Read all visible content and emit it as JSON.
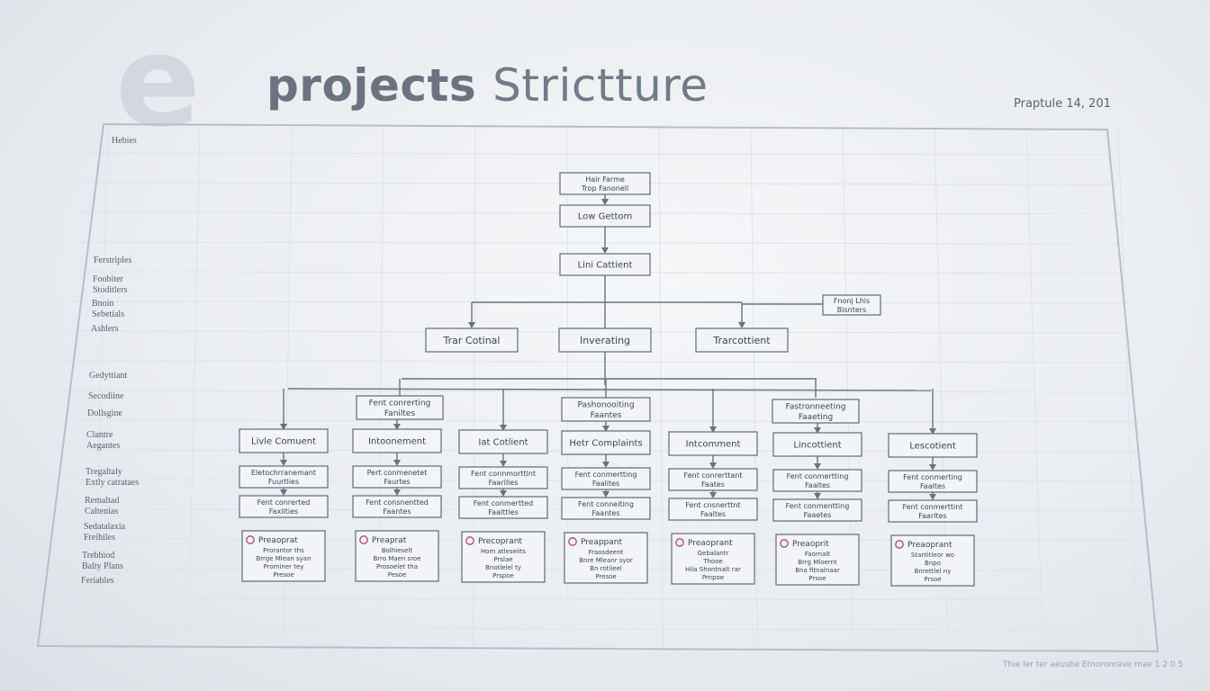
{
  "header": {
    "logo": "e",
    "title_part1": "projects",
    "title_part2": "Strictture",
    "meta": "Praptule 14, 201"
  },
  "frame_label": "Hebies",
  "side_labels": [
    [
      "Ferstriples"
    ],
    [
      "Foobiter",
      "Stoditlers"
    ],
    [
      "Bnoin",
      "Sebetials"
    ],
    [
      "Ashlers"
    ],
    [
      "Gedyttiant"
    ],
    [
      "Secodiine"
    ],
    [
      "Dollsgine"
    ],
    [
      "Clantre",
      "Aegantes"
    ],
    [
      "Tregaltaly",
      "Extly catrataes"
    ],
    [
      "Remaltad",
      "Caltenias"
    ],
    [
      "Sedatalaxia",
      "Freihiles"
    ],
    [
      "Trebhiod",
      "Balty Plans"
    ],
    [
      "Feriables"
    ]
  ],
  "top_nodes": [
    [
      "Hair Farme",
      "Trop Fanonell"
    ],
    [
      "Low Gettom"
    ],
    [
      "Lini Cattient"
    ]
  ],
  "side_note": [
    "Fnonj Lhis",
    "Bisnters"
  ],
  "level2": [
    "Trar Cotinal",
    "Inverating",
    "Trarcottient"
  ],
  "level3_sub": [
    [
      "Fent conrerting",
      "Faniltes"
    ],
    [
      "Pashonooiting",
      "Faantes"
    ],
    [
      "Fastronneeting",
      "Faaeting"
    ]
  ],
  "columns": [
    {
      "head": "Livle Comuent",
      "r1": [
        "Eletochrranemant",
        "Fuurtlies"
      ],
      "r2": [
        "Fent conrerted",
        "Faxlities"
      ],
      "pr": "Preaoprat",
      "lines": [
        "Prorantor ths",
        "Brrge Mlean syan",
        "Prominer tey",
        "Presoe"
      ]
    },
    {
      "head": "Intoonement",
      "r1": [
        "Pert conmenetet",
        "Faurtes"
      ],
      "r2": [
        "Fent consnentted",
        "Faantes"
      ],
      "pr": "Preaprat",
      "lines": [
        "Bolhieselt",
        "Brro Maen sroe",
        "Prosoelet tha",
        "Pesoe"
      ]
    },
    {
      "head": "Iat Cotlient",
      "r1": [
        "Fent connmorttint",
        "Faarilles"
      ],
      "r2": [
        "Fent conmertted",
        "Faalttles"
      ],
      "pr": "Precoprant",
      "lines": [
        "Hom atleseiits",
        "Prslae",
        "Bnotlelel ty",
        "Prspoe"
      ]
    },
    {
      "head": "Hetr Complaints",
      "r1": [
        "Fent conmertting",
        "Faalites"
      ],
      "r2": [
        "Fent conneiting",
        "Faantes"
      ],
      "pr": "Preappant",
      "lines": [
        "Fraosdeent",
        "Bnre Mleanr syor",
        "Bn rotiieel",
        "Presoe"
      ]
    },
    {
      "head": "Intcomment",
      "r1": [
        "Fent conrerttant",
        "Faates"
      ],
      "r2": [
        "Fent cnsnerttnt",
        "Faaltes"
      ],
      "pr": "Preaoprant",
      "lines": [
        "Gebalantr",
        "Thooe",
        "Hila Shontnalt rar",
        "Prnpoe"
      ]
    },
    {
      "head": "Lincottient",
      "r1": [
        "Fent conmertting",
        "Faaltes"
      ],
      "r2": [
        "Fent conmentting",
        "Faaetes"
      ],
      "pr": "Preaoprit",
      "lines": [
        "Faornalt",
        "Brrg Mloernt",
        "Bna fitnalnaar",
        "Prsoe"
      ]
    },
    {
      "head": "Lescotient",
      "r1": [
        "Fent conmerting",
        "Faaltes"
      ],
      "r2": [
        "Fent conmerttint",
        "Faarltes"
      ],
      "pr": "Preaoprant",
      "lines": [
        "Stanlitleor wo",
        "Bnpo",
        "Bnrettlel ny",
        "Prsoe"
      ]
    }
  ],
  "footer": "Thie ler ter aeusbe Etnoronrave mae 1 2 0 5",
  "colors": {
    "node_stroke": "#626a78",
    "edge": "#6a7180",
    "alert": "#b2475a",
    "title": "#6c7280"
  },
  "icons": [
    "alert-circle-icon"
  ]
}
